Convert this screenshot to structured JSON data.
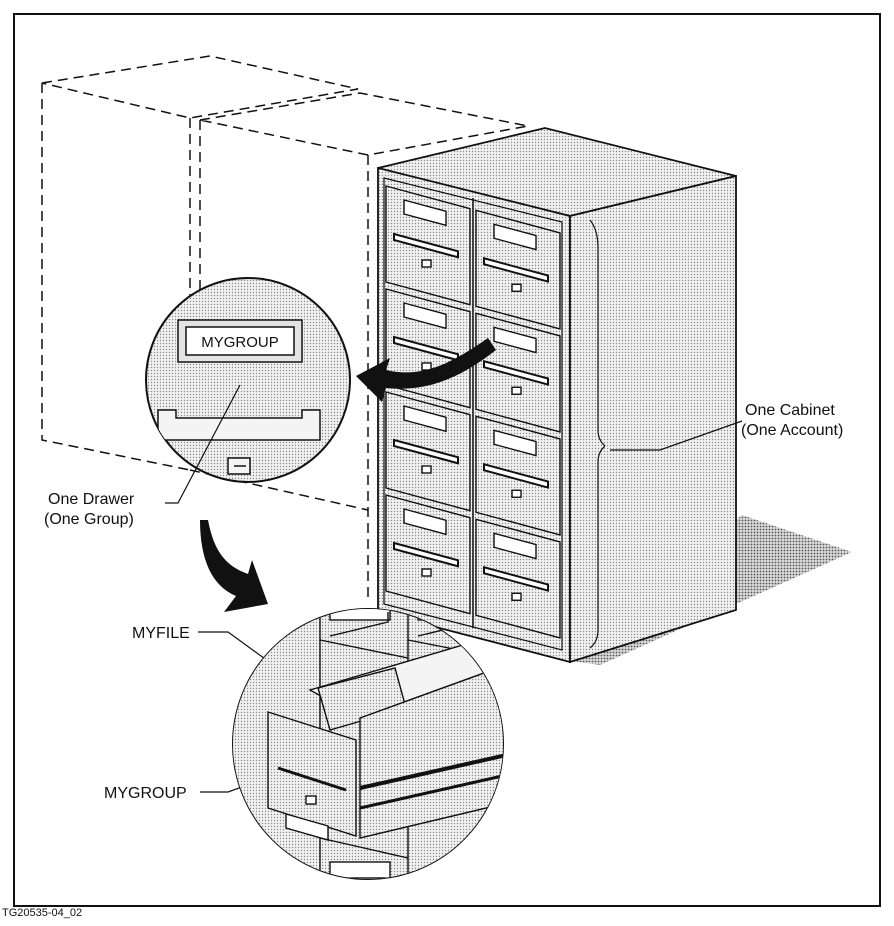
{
  "labels": {
    "cabinet_line1": "One Cabinet",
    "cabinet_line2": "(One Account)",
    "drawer_line1": "One Drawer",
    "drawer_line2": "(One Group)",
    "drawer_tag": "MYGROUP",
    "myfile": "MYFILE",
    "mygroup": "MYGROUP"
  },
  "figure_code": "TG20535-04_02",
  "colors": {
    "line": "#111111",
    "fill_light": "#e9e9e9",
    "fill_mid": "#d6d6d6",
    "shadow": "#bdbdbd",
    "paper": "#ffffff"
  }
}
